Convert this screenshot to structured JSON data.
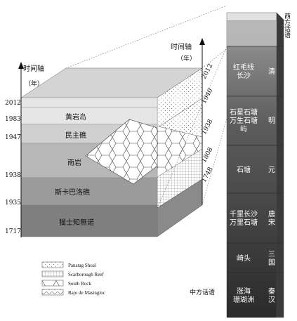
{
  "left_axis": {
    "title": "时间轴",
    "unit": "（年）"
  },
  "right_axis": {
    "title": "时间轴",
    "unit": "（年）"
  },
  "left_years": [
    "2012",
    "1983",
    "1947",
    "1938",
    "1935",
    "1717"
  ],
  "left_layers": [
    "黄岩岛",
    "民主礁",
    "南岩",
    "斯卡巴洛礁",
    "猫士知無诺"
  ],
  "diag_years": [
    "2012",
    "1940",
    "1938",
    "1808",
    "1748"
  ],
  "column_top_label": "西方话语",
  "column_bottom_label": "中方话语",
  "column_layers": [
    {
      "name": "红毛线\n长沙",
      "dynasty": "清"
    },
    {
      "name": "石星石塘\n万生石塘\n屿",
      "dynasty": "明"
    },
    {
      "name": "石塘",
      "dynasty": "元"
    },
    {
      "name": "千里长沙\n万里石塘",
      "dynasty": "唐\n宋"
    },
    {
      "name": "崎头",
      "dynasty": "三\n国"
    },
    {
      "name": "涨海\n珊瑚洲",
      "dynasty": "秦\n汉"
    }
  ],
  "legend": [
    "Panatag Shoal",
    "Scarborough Reef",
    "South Rock",
    "Bajo de Masingloc"
  ],
  "colors": {
    "top": "#d6d6d6",
    "l1": "#e8e8e8",
    "l2": "#cfcfcf",
    "l3": "#b4b4b4",
    "l4": "#999999",
    "l5": "#7e7e7e"
  }
}
